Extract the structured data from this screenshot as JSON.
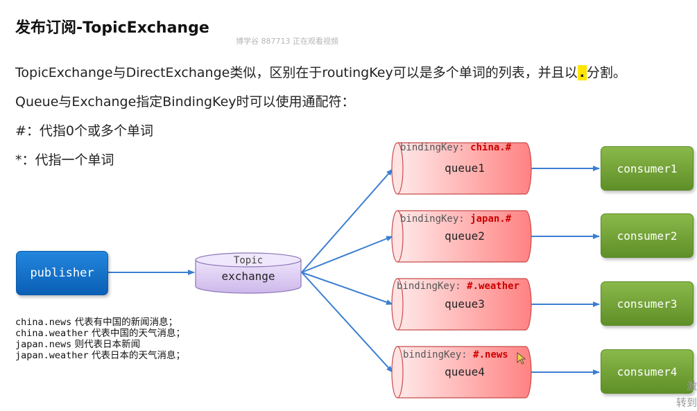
{
  "title": "发布订阅-TopicExchange",
  "watermark": "博学谷 887713 正在观看视频",
  "intro": {
    "line1_before": "TopicExchange与DirectExchange类似，区别在于routingKey可以是多个单词的列表，并且以",
    "line1_dot": ".",
    "line1_after": "分割。",
    "line2": "Queue与Exchange指定BindingKey时可以使用通配符：",
    "line3": "#：代指0个或多个单词",
    "line4": "*：代指一个单词"
  },
  "publisher": {
    "label": "publisher"
  },
  "exchange": {
    "type_label": "Topic",
    "label": "exchange"
  },
  "queues": [
    {
      "name": "queue1",
      "binding_prefix": "bindingKey: ",
      "binding_key": "china.#"
    },
    {
      "name": "queue2",
      "binding_prefix": "bindingKey: ",
      "binding_key": "japan.#"
    },
    {
      "name": "queue3",
      "binding_prefix": "bindingKey: ",
      "binding_key": "#.weather"
    },
    {
      "name": "queue4",
      "binding_prefix": "bindingKey: ",
      "binding_key": "#.news"
    }
  ],
  "consumers": [
    {
      "label": "consumer1"
    },
    {
      "label": "consumer2"
    },
    {
      "label": "consumer3"
    },
    {
      "label": "consumer4"
    }
  ],
  "routing_examples": [
    {
      "key": "china.news",
      "desc": " 代表有中国的新闻消息；"
    },
    {
      "key": "china.weather",
      "desc": " 代表中国的天气消息；"
    },
    {
      "key": "japan.news",
      "desc": " 则代表日本新闻"
    },
    {
      "key": "japan.weather",
      "desc": " 代表日本的天气消息；"
    }
  ],
  "corner": {
    "line1": "激",
    "line2": "转到"
  },
  "colors": {
    "publisher": "#0a6fc8",
    "exchange_fill": "#d9c9f0",
    "queue_fill": "#ff8c8c",
    "consumer": "#76a83a",
    "arrow": "#3b7ed1",
    "binding_key": "#cc0000"
  }
}
